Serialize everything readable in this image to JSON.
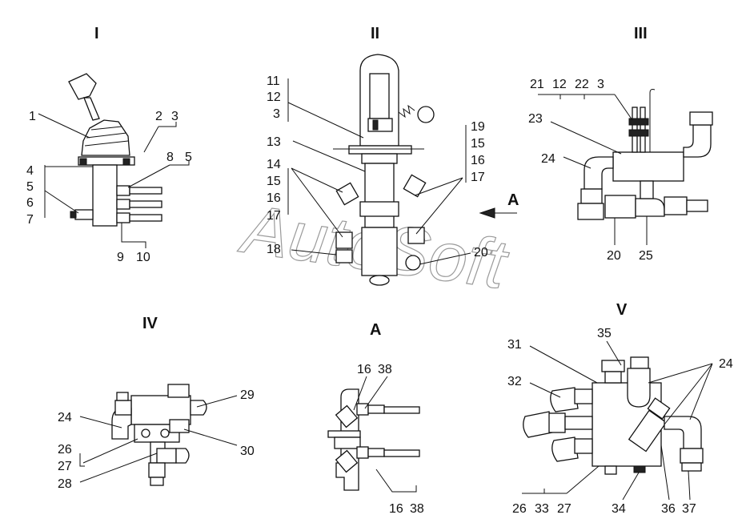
{
  "sections": {
    "s1": "I",
    "s2": "II",
    "s3": "III",
    "s4": "IV",
    "s5": "V",
    "viewA": "A"
  },
  "arrow_label": "A",
  "watermark": "AutoSoft",
  "labels": {
    "I": {
      "n1": "1",
      "n2": "2",
      "n3": "3",
      "n8": "8",
      "n5a": "5",
      "n4": "4",
      "n5": "5",
      "n6": "6",
      "n7": "7",
      "n9": "9",
      "n10": "10"
    },
    "II": {
      "n11": "11",
      "n12": "12",
      "n3": "3",
      "n13": "13",
      "n14": "14",
      "n15": "15",
      "n16": "16",
      "n17": "17",
      "n18": "18",
      "n19": "19",
      "n15b": "15",
      "n16b": "16",
      "n17b": "17",
      "n20": "20"
    },
    "III": {
      "n21": "21",
      "n12": "12",
      "n22": "22",
      "n3": "3",
      "n23": "23",
      "n24": "24",
      "n20": "20",
      "n25": "25"
    },
    "IV": {
      "n29": "29",
      "n24": "24",
      "n30": "30",
      "n26": "26",
      "n27": "27",
      "n28": "28"
    },
    "A": {
      "n16": "16",
      "n38": "38",
      "n16b": "16",
      "n38b": "38"
    },
    "V": {
      "n35": "35",
      "n31": "31",
      "n24": "24",
      "n32": "32",
      "n26": "26",
      "n33": "33",
      "n27": "27",
      "n34": "34",
      "n36": "36",
      "n37": "37"
    }
  }
}
